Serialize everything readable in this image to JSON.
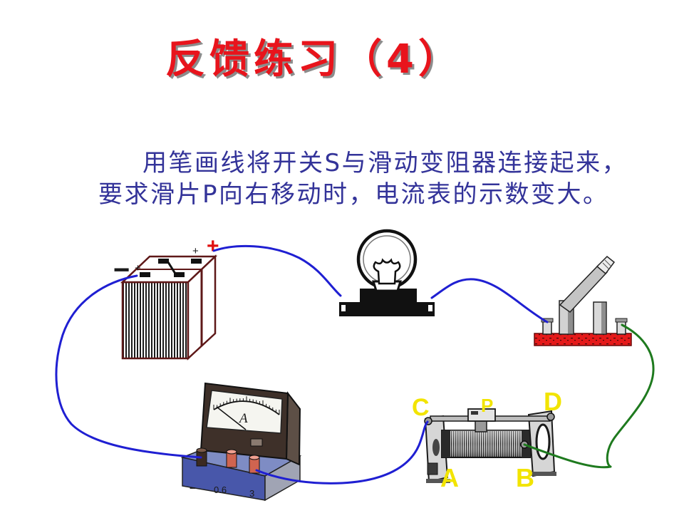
{
  "slide": {
    "title": "反馈练习（4）",
    "instruction_line1": "用笔画线将开关S与滑动变阻器连接起来，",
    "instruction_line2": "要求滑片P向右移动时，电流表的示数变大。"
  },
  "circuit": {
    "battery": {
      "negative_label": "−",
      "positive_label": "+",
      "cell_marks": [
        "+",
        "+"
      ]
    },
    "ammeter": {
      "dial_symbol": "A",
      "terminal_labels": [
        "−",
        "0.6",
        "3"
      ]
    },
    "rheostat": {
      "labels": {
        "c": "C",
        "p": "P",
        "d": "D",
        "a": "A",
        "b": "B"
      }
    }
  },
  "icons": [
    "battery-icon",
    "light-bulb-icon",
    "knife-switch-icon",
    "ammeter-icon",
    "sliding-rheostat-icon"
  ],
  "colors": {
    "title": "#e8141c",
    "instruction_text": "#333399",
    "wire_blue": "#1f1fd2",
    "wire_green": "#1e7a1e",
    "terminal_letters": "#f2e400",
    "battery_plus": "#e01010",
    "background": "#ffffff"
  }
}
